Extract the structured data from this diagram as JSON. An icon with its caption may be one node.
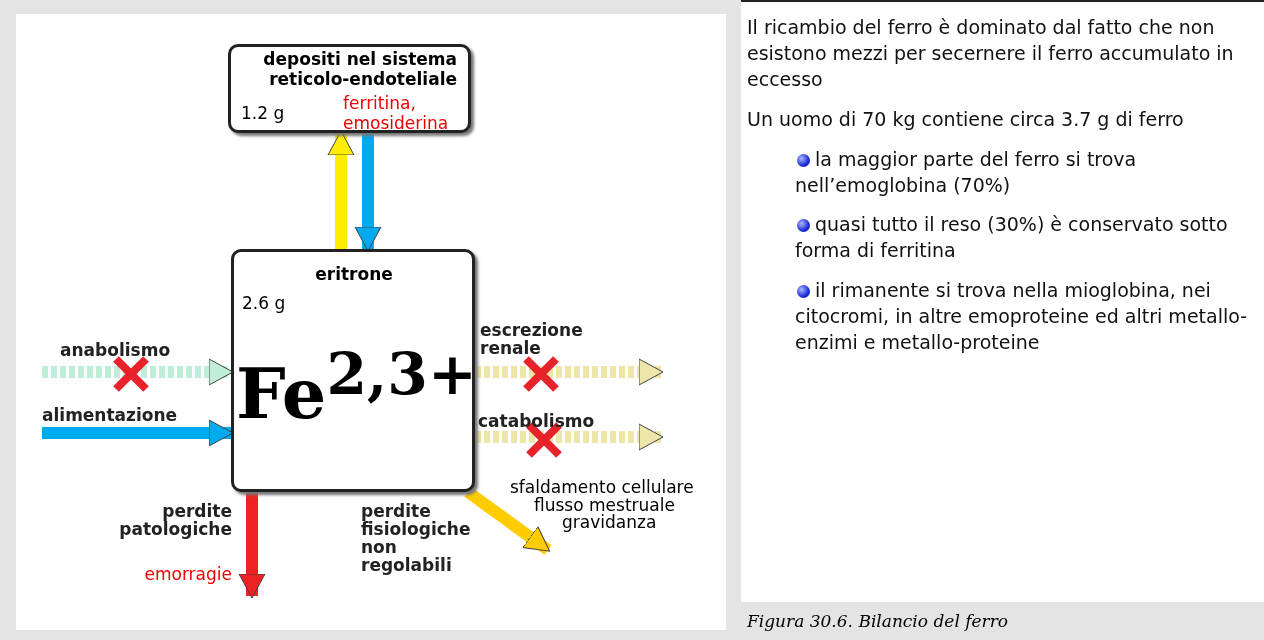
{
  "diagram": {
    "caption": "Figura 30.6. Bilancio del ferro",
    "nodes": [
      {
        "text": [
          "depositi nel sistema reticolo-endoteliale",
          "1.2 g",
          "ferritina, emosiderina"
        ]
      },
      {
        "text": [
          "eritrone",
          "2.6 g",
          "Fe$^{2,3+}$"
        ]
      }
    ],
    "edges": [
      {
        "from": 1,
        "to": 0,
        "arrow": "to",
        "color": "#ffee00"
      },
      {
        "from": 0,
        "to": 1,
        "arrow": "to",
        "color": "#00aaee"
      },
      {
        "from": null,
        "to": 1,
        "arrow": "to",
        "label": "anabolismo",
        "style": "dashed",
        "color": "#bfeed8"
      },
      {
        "from": null,
        "to": 1,
        "arrow": "to",
        "label": "alimentazione",
        "color": "#00aaee"
      },
      {
        "from": 1,
        "to": null,
        "arrow": "to",
        "label": "escrezione renale",
        "style": "dashed",
        "color": "#ece6a8"
      },
      {
        "from": 1,
        "to": null,
        "arrow": "to",
        "label": "catabolismo",
        "style": "dashed",
        "color": "#ece6a8"
      },
      {
        "from": 1,
        "to": null,
        "arrow": "to",
        "label": "perdite patologiche",
        "color": "#ee2222"
      },
      {
        "from": 1,
        "to": null,
        "arrow": "to",
        "label": "perdite fisiologiche non regolabili",
        "color": "#ffcc00"
      }
    ],
    "labels": [
      "Il ricambio del ferro è dominato dal fatto che non esistono mezzi per secernere il ferro accumulato in eccesso",
      "Un uomo di 70 kg contiene circa 3.7 g di ferro",
      "la maggior parte del ferro si trova nell’emoglobina (70%)",
      "quasi tutto il reso (30%) è conservato sotto forma di ferritina",
      "il rimanente si trova nella mioglobina, nei citocromi, in altre emoproteine ed altri metallo-enzimi e metallo-proteine",
      "emorragie",
      "sfaldamento cellulare",
      "flusso mestruale",
      "gravidanza"
    ]
  }
}
